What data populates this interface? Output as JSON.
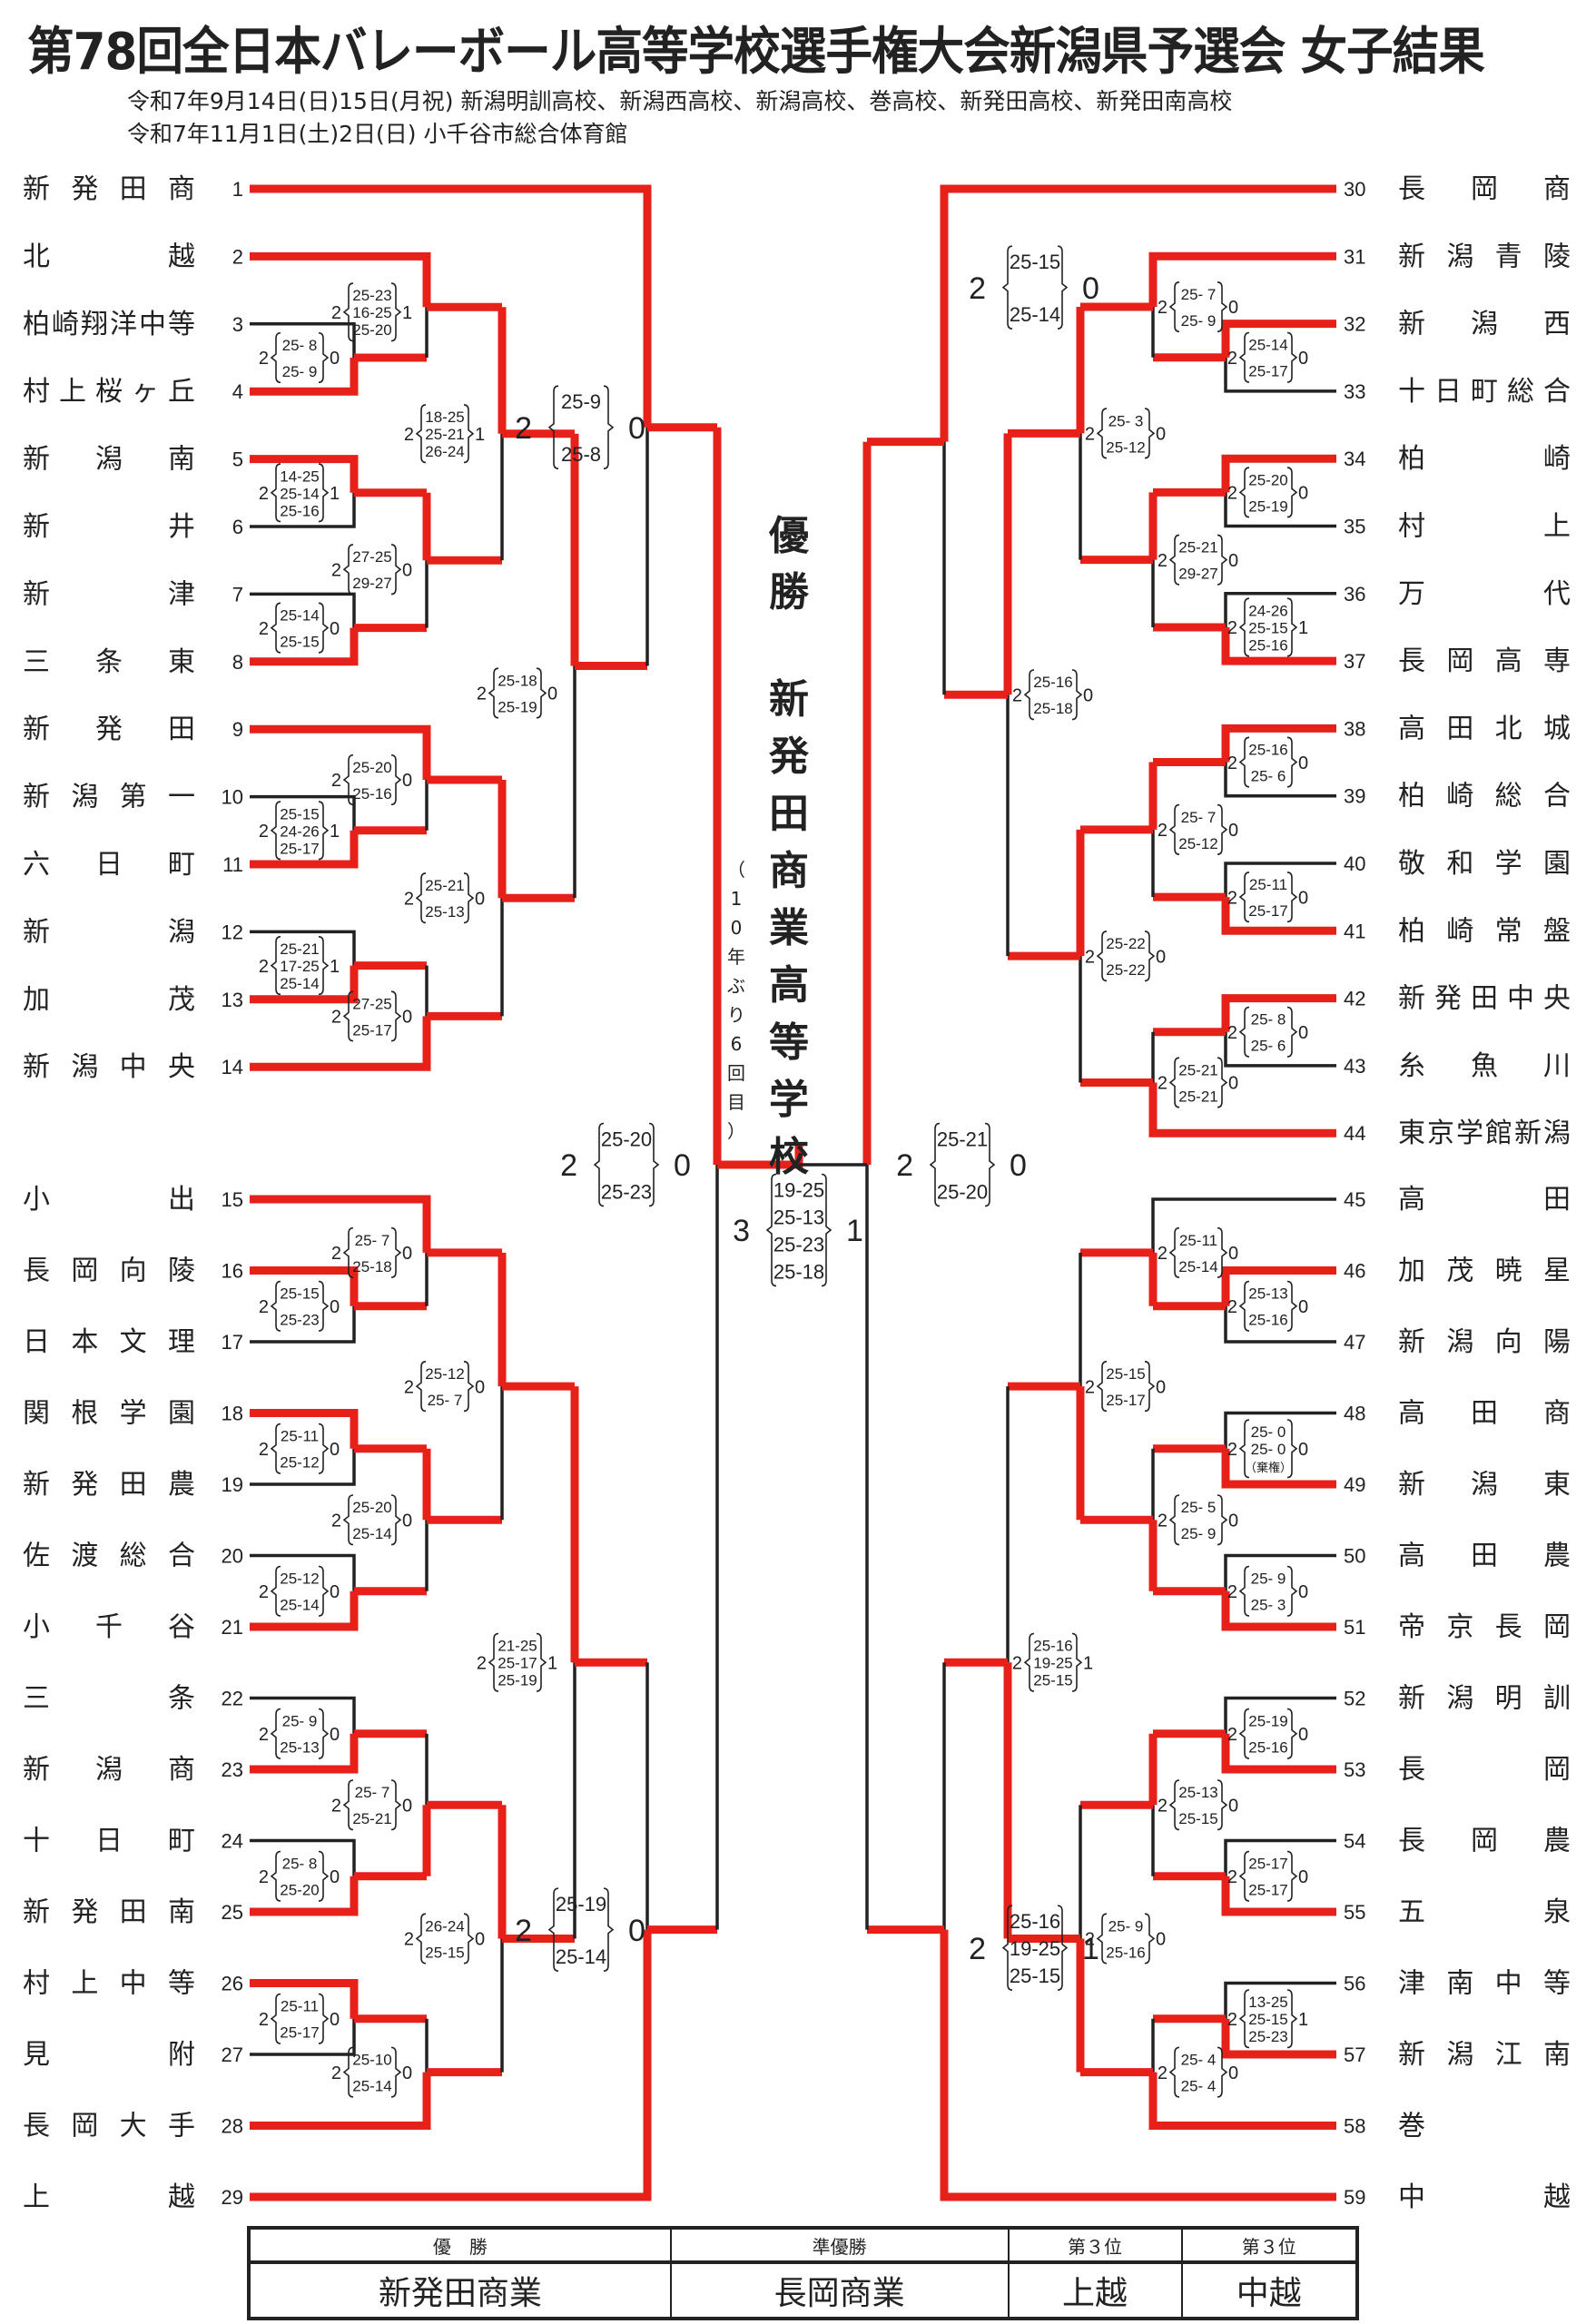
{
  "header": {
    "title": "第78回全日本バレーボール高等学校選手権大会新潟県予選会 女子結果",
    "dates1": "令和7年9月14日(日)15日(月祝) 新潟明訓高校、新潟西高校、新潟高校、巻高校、新発田高校、新発田南高校",
    "dates2": "令和7年11月1日(土)2日(日) 小千谷市総合体育館"
  },
  "colors": {
    "winner_line": "#e8201a",
    "loser_line": "#222222"
  },
  "champion": {
    "label": "優勝",
    "name": "新発田商業高等学校",
    "note": "（10年ぶり6回目）"
  },
  "teams": [
    {
      "no": "1",
      "name": "新発田商"
    },
    {
      "no": "2",
      "name": "北越"
    },
    {
      "no": "3",
      "name": "柏崎翔洋中等"
    },
    {
      "no": "4",
      "name": "村上桜ヶ丘"
    },
    {
      "no": "5",
      "name": "新潟南"
    },
    {
      "no": "6",
      "name": "新井"
    },
    {
      "no": "7",
      "name": "新津"
    },
    {
      "no": "8",
      "name": "三条東"
    },
    {
      "no": "9",
      "name": "新発田"
    },
    {
      "no": "10",
      "name": "新潟第一"
    },
    {
      "no": "11",
      "name": "六日町"
    },
    {
      "no": "12",
      "name": "新潟"
    },
    {
      "no": "13",
      "name": "加茂"
    },
    {
      "no": "14",
      "name": "新潟中央"
    },
    {
      "no": "15",
      "name": "小出"
    },
    {
      "no": "16",
      "name": "長岡向陵"
    },
    {
      "no": "17",
      "name": "日本文理"
    },
    {
      "no": "18",
      "name": "関根学園"
    },
    {
      "no": "19",
      "name": "新発田農"
    },
    {
      "no": "20",
      "name": "佐渡総合"
    },
    {
      "no": "21",
      "name": "小千谷"
    },
    {
      "no": "22",
      "name": "三条"
    },
    {
      "no": "23",
      "name": "新潟商"
    },
    {
      "no": "24",
      "name": "十日町"
    },
    {
      "no": "25",
      "name": "新発田南"
    },
    {
      "no": "26",
      "name": "村上中等"
    },
    {
      "no": "27",
      "name": "見附"
    },
    {
      "no": "28",
      "name": "長岡大手"
    },
    {
      "no": "29",
      "name": "上越"
    },
    {
      "no": "30",
      "name": "長岡商"
    },
    {
      "no": "31",
      "name": "新潟青陵"
    },
    {
      "no": "32",
      "name": "新潟西"
    },
    {
      "no": "33",
      "name": "十日町総合"
    },
    {
      "no": "34",
      "name": "柏崎"
    },
    {
      "no": "35",
      "name": "村上"
    },
    {
      "no": "36",
      "name": "万代"
    },
    {
      "no": "37",
      "name": "長岡高専"
    },
    {
      "no": "38",
      "name": "高田北城"
    },
    {
      "no": "39",
      "name": "柏崎総合"
    },
    {
      "no": "40",
      "name": "敬和学園"
    },
    {
      "no": "41",
      "name": "柏崎常盤"
    },
    {
      "no": "42",
      "name": "新発田中央"
    },
    {
      "no": "43",
      "name": "糸魚川"
    },
    {
      "no": "44",
      "name": "東京学館新潟"
    },
    {
      "no": "45",
      "name": "高田"
    },
    {
      "no": "46",
      "name": "加茂暁星"
    },
    {
      "no": "47",
      "name": "新潟向陽"
    },
    {
      "no": "48",
      "name": "高田商"
    },
    {
      "no": "49",
      "name": "新潟東"
    },
    {
      "no": "50",
      "name": "高田農"
    },
    {
      "no": "51",
      "name": "帝京長岡"
    },
    {
      "no": "52",
      "name": "新潟明訓"
    },
    {
      "no": "53",
      "name": "長岡"
    },
    {
      "no": "54",
      "name": "長岡農"
    },
    {
      "no": "55",
      "name": "五泉"
    },
    {
      "no": "56",
      "name": "津南中等"
    },
    {
      "no": "57",
      "name": "新潟江南"
    },
    {
      "no": "58",
      "name": "巻"
    },
    {
      "no": "59",
      "name": "中越"
    }
  ],
  "matches": [
    {
      "id": "L3-4",
      "w": 2,
      "l": 0,
      "sets": [
        "25- 8",
        "25- 9"
      ]
    },
    {
      "id": "L2-34",
      "w": 2,
      "l": 1,
      "sets": [
        "25-23",
        "16-25",
        "25-20"
      ]
    },
    {
      "id": "L5-6",
      "w": 2,
      "l": 1,
      "sets": [
        "14-25",
        "25-14",
        "25-16"
      ]
    },
    {
      "id": "L7-8",
      "w": 2,
      "l": 0,
      "sets": [
        "25-14",
        "25-15"
      ]
    },
    {
      "id": "L56-78",
      "w": 2,
      "l": 0,
      "sets": [
        "27-25",
        "29-27"
      ]
    },
    {
      "id": "L2-8",
      "w": 2,
      "l": 1,
      "sets": [
        "18-25",
        "25-21",
        "26-24"
      ]
    },
    {
      "id": "L10-11",
      "w": 2,
      "l": 1,
      "sets": [
        "25-15",
        "24-26",
        "25-17"
      ]
    },
    {
      "id": "L9-11",
      "w": 2,
      "l": 0,
      "sets": [
        "25-20",
        "25-16"
      ]
    },
    {
      "id": "L12-13",
      "w": 2,
      "l": 1,
      "sets": [
        "25-21",
        "17-25",
        "25-14"
      ]
    },
    {
      "id": "L13-14",
      "w": 2,
      "l": 0,
      "sets": [
        "27-25",
        "25-17"
      ]
    },
    {
      "id": "L9-14",
      "w": 2,
      "l": 0,
      "sets": [
        "25-21",
        "25-13"
      ]
    },
    {
      "id": "L2-14",
      "w": 2,
      "l": 0,
      "sets": [
        "25-18",
        "25-19"
      ]
    },
    {
      "id": "L1-14",
      "w": 2,
      "l": 0,
      "sets": [
        "25-9",
        "25-8"
      ]
    },
    {
      "id": "L16-17",
      "w": 2,
      "l": 0,
      "sets": [
        "25-15",
        "25-23"
      ]
    },
    {
      "id": "L15-17",
      "w": 2,
      "l": 0,
      "sets": [
        "25- 7",
        "25-18"
      ]
    },
    {
      "id": "L18-19",
      "w": 2,
      "l": 0,
      "sets": [
        "25-11",
        "25-12"
      ]
    },
    {
      "id": "L20-21",
      "w": 2,
      "l": 0,
      "sets": [
        "25-12",
        "25-14"
      ]
    },
    {
      "id": "L18-21",
      "w": 2,
      "l": 0,
      "sets": [
        "25-20",
        "25-14"
      ]
    },
    {
      "id": "L15-21",
      "w": 2,
      "l": 0,
      "sets": [
        "25-12",
        "25- 7"
      ]
    },
    {
      "id": "L22-23",
      "w": 2,
      "l": 0,
      "sets": [
        "25- 9",
        "25-13"
      ]
    },
    {
      "id": "L24-25",
      "w": 2,
      "l": 0,
      "sets": [
        "25- 8",
        "25-20"
      ]
    },
    {
      "id": "L22-25",
      "w": 2,
      "l": 0,
      "sets": [
        "25- 7",
        "25-21"
      ]
    },
    {
      "id": "L26-27",
      "w": 2,
      "l": 0,
      "sets": [
        "25-11",
        "25-17"
      ]
    },
    {
      "id": "L26-28",
      "w": 2,
      "l": 0,
      "sets": [
        "25-10",
        "25-14"
      ]
    },
    {
      "id": "L22-28",
      "w": 2,
      "l": 0,
      "sets": [
        "26-24",
        "25-15"
      ]
    },
    {
      "id": "L15-28",
      "w": 2,
      "l": 1,
      "sets": [
        "21-25",
        "25-17",
        "25-19"
      ]
    },
    {
      "id": "L15-29",
      "w": 2,
      "l": 0,
      "sets": [
        "25-19",
        "25-14"
      ]
    },
    {
      "id": "LSF",
      "w": 2,
      "l": 0,
      "sets": [
        "25-20",
        "25-23"
      ]
    },
    {
      "id": "R31-33",
      "w": 2,
      "l": 0,
      "sets": [
        "25- 7",
        "25- 9"
      ]
    },
    {
      "id": "R32-33",
      "w": 2,
      "l": 0,
      "sets": [
        "25-14",
        "25-17"
      ]
    },
    {
      "id": "R34-35",
      "w": 2,
      "l": 0,
      "sets": [
        "25-20",
        "25-19"
      ]
    },
    {
      "id": "R36-37",
      "w": 2,
      "l": 1,
      "sets": [
        "24-26",
        "25-15",
        "25-16"
      ]
    },
    {
      "id": "R34-37",
      "w": 2,
      "l": 0,
      "sets": [
        "25-21",
        "29-27"
      ]
    },
    {
      "id": "R31-37",
      "w": 2,
      "l": 0,
      "sets": [
        "25- 3",
        "25-12"
      ]
    },
    {
      "id": "R38-39",
      "w": 2,
      "l": 0,
      "sets": [
        "25-16",
        "25- 6"
      ]
    },
    {
      "id": "R40-41",
      "w": 2,
      "l": 0,
      "sets": [
        "25-11",
        "25-17"
      ]
    },
    {
      "id": "R38-41",
      "w": 2,
      "l": 0,
      "sets": [
        "25- 7",
        "25-12"
      ]
    },
    {
      "id": "R42-43",
      "w": 2,
      "l": 0,
      "sets": [
        "25- 8",
        "25- 6"
      ]
    },
    {
      "id": "R42-44",
      "w": 2,
      "l": 0,
      "sets": [
        "25-21",
        "25-21"
      ]
    },
    {
      "id": "R38-44",
      "w": 2,
      "l": 0,
      "sets": [
        "25-22",
        "25-22"
      ]
    },
    {
      "id": "R31-44",
      "w": 2,
      "l": 0,
      "sets": [
        "25-16",
        "25-18"
      ]
    },
    {
      "id": "R30-44",
      "w": 2,
      "l": 0,
      "sets": [
        "25-15",
        "25-14"
      ]
    },
    {
      "id": "R45-46",
      "w": 2,
      "l": 0,
      "sets": [
        "25-11",
        "25-14"
      ]
    },
    {
      "id": "R46-47",
      "w": 2,
      "l": 0,
      "sets": [
        "25-13",
        "25-16"
      ]
    },
    {
      "id": "R48-49",
      "w": 2,
      "l": 0,
      "sets": [
        "25- 0",
        "25- 0",
        "（棄権）"
      ]
    },
    {
      "id": "R50-51",
      "w": 2,
      "l": 0,
      "sets": [
        "25- 9",
        "25- 3"
      ]
    },
    {
      "id": "R48-51",
      "w": 2,
      "l": 0,
      "sets": [
        "25- 5",
        "25- 9"
      ]
    },
    {
      "id": "R45-51",
      "w": 2,
      "l": 0,
      "sets": [
        "25-15",
        "25-17"
      ]
    },
    {
      "id": "R52-53",
      "w": 2,
      "l": 0,
      "sets": [
        "25-19",
        "25-16"
      ]
    },
    {
      "id": "R54-55",
      "w": 2,
      "l": 0,
      "sets": [
        "25-17",
        "25-17"
      ]
    },
    {
      "id": "R52-55",
      "w": 2,
      "l": 0,
      "sets": [
        "25-13",
        "25-15"
      ]
    },
    {
      "id": "R56-57",
      "w": 2,
      "l": 1,
      "sets": [
        "13-25",
        "25-15",
        "25-23"
      ]
    },
    {
      "id": "R57-58",
      "w": 2,
      "l": 0,
      "sets": [
        "25- 4",
        "25- 4"
      ]
    },
    {
      "id": "R52-58",
      "w": 2,
      "l": 0,
      "sets": [
        "25- 9",
        "25-16"
      ]
    },
    {
      "id": "R45-58",
      "w": 2,
      "l": 1,
      "sets": [
        "25-16",
        "19-25",
        "25-15"
      ]
    },
    {
      "id": "R45-59",
      "w": 2,
      "l": 1,
      "sets": [
        "25-16",
        "19-25",
        "25-15"
      ]
    },
    {
      "id": "RSF",
      "w": 2,
      "l": 0,
      "sets": [
        "25-21",
        "25-20"
      ]
    },
    {
      "id": "FINAL",
      "w": 3,
      "l": 1,
      "sets": [
        "19-25",
        "25-13",
        "25-23",
        "25-18"
      ]
    }
  ],
  "results": {
    "headers": [
      "優　勝",
      "準優勝",
      "第３位",
      "第３位"
    ],
    "values": [
      "新発田商業",
      "長岡商業",
      "上越",
      "中越"
    ]
  }
}
